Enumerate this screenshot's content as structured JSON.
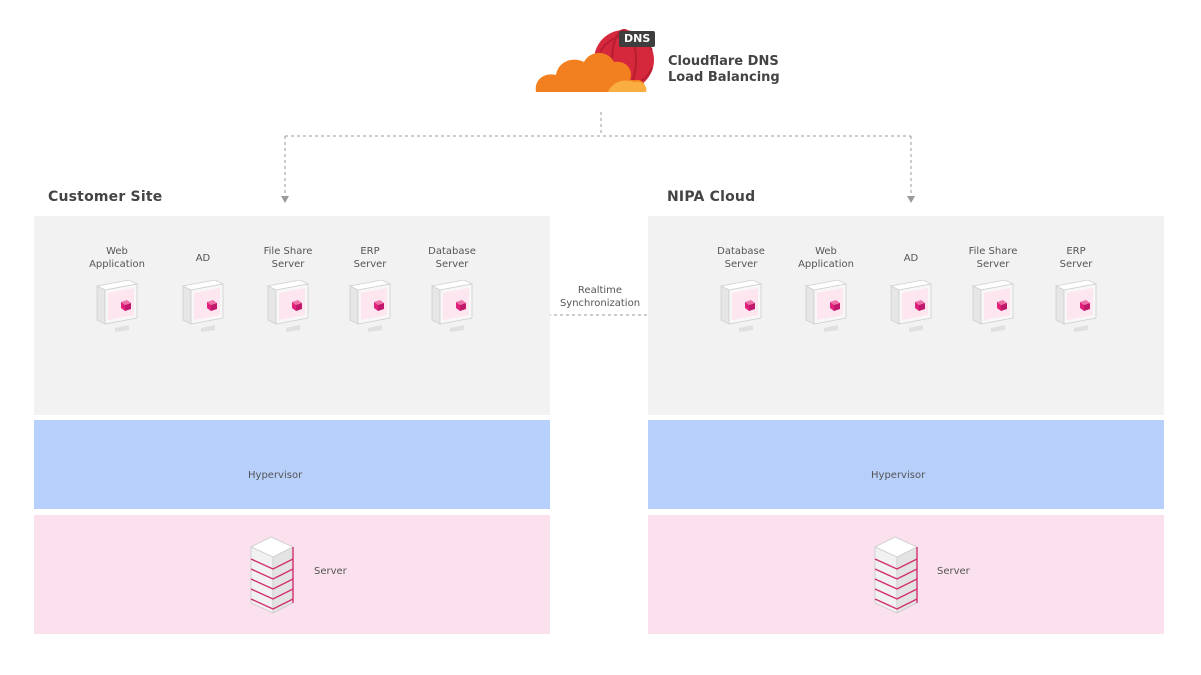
{
  "header": {
    "badge": "DNS",
    "title_line1": "Cloudflare DNS",
    "title_line2": "Load Balancing"
  },
  "sync": {
    "line1": "Realtime",
    "line2": "Synchronization"
  },
  "customer": {
    "title": "Customer Site",
    "vms": [
      {
        "l1": "Web",
        "l2": "Application"
      },
      {
        "l1": "AD",
        "l2": ""
      },
      {
        "l1": "File Share",
        "l2": "Server"
      },
      {
        "l1": "ERP",
        "l2": "Server"
      },
      {
        "l1": "Database",
        "l2": "Server"
      }
    ],
    "hypervisor": "Hypervisor",
    "server": "Server"
  },
  "nipa": {
    "title": "NIPA Cloud",
    "vms": [
      {
        "l1": "Database",
        "l2": "Server"
      },
      {
        "l1": "Web",
        "l2": "Application"
      },
      {
        "l1": "AD",
        "l2": ""
      },
      {
        "l1": "File Share",
        "l2": "Server"
      },
      {
        "l1": "ERP",
        "l2": "Server"
      }
    ],
    "hypervisor": "Hypervisor",
    "server": "Server"
  },
  "colors": {
    "vm_panel": "#f2f2f2",
    "hypervisor": "#b7cffb",
    "server_panel": "#fbe0ee",
    "accent_pink": "#e0207a",
    "cloud_orange": "#f38020",
    "globe_red": "#d6283c"
  },
  "icons": {
    "vm": "monitor-cube-icon",
    "server": "server-rack-icon",
    "logo": "cloudflare-cloud-globe-logo"
  }
}
